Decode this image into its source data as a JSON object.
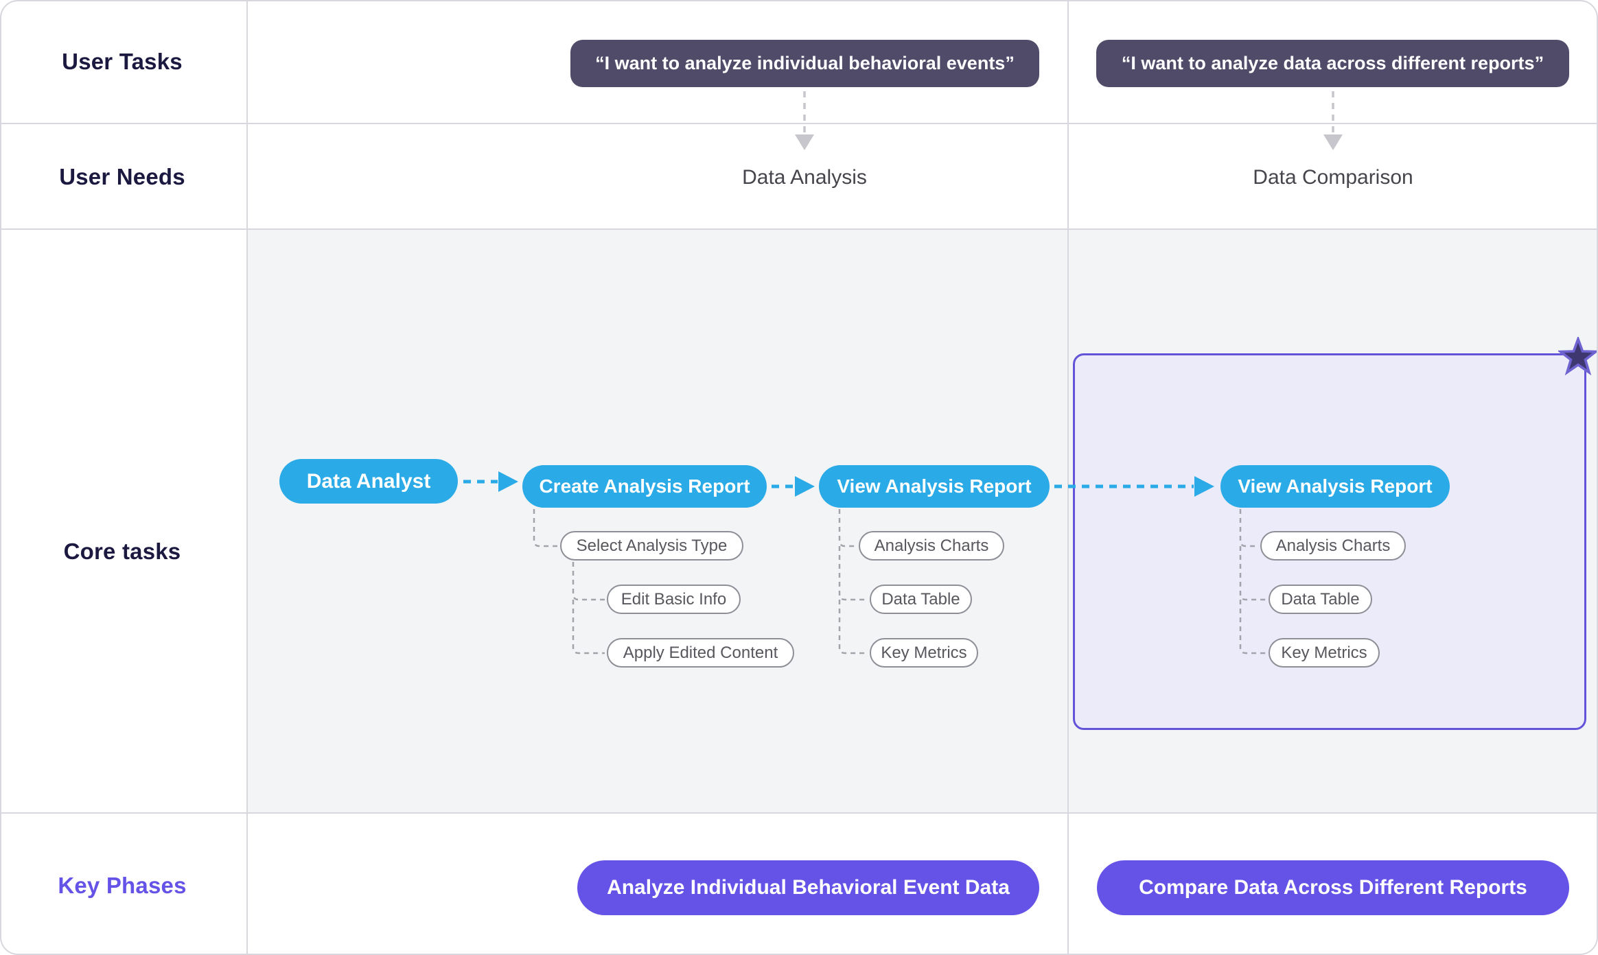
{
  "colors": {
    "accent_blue": "#2aaae6",
    "accent_purple": "#6553e8",
    "purple_border": "#6353d8",
    "purple_box_bg": "#ebebf9",
    "dark_pill_bg": "#4f4b68",
    "navy_text": "#1b1940",
    "need_text": "#45454c",
    "subtask_text": "#57575e",
    "subtask_border": "#8e8e97",
    "connector_gray": "#a3a3ab",
    "down_arrow_gray": "#c6c6cc",
    "grid_line": "#d7d7dd",
    "core_bg": "#f3f4f6",
    "star_fill": "#3f3870",
    "star_stroke": "#6f63d2"
  },
  "row_labels": {
    "user_tasks": "User Tasks",
    "user_needs": "User Needs",
    "core_tasks": "Core tasks",
    "key_phases": "Key Phases"
  },
  "user_tasks": {
    "quote_1": "“I want to analyze individual behavioral events”",
    "quote_2": "“I want to analyze data across different reports”"
  },
  "user_needs": {
    "need_1": "Data Analysis",
    "need_2": "Data Comparison"
  },
  "core_tasks": {
    "actor": "Data Analyst",
    "task_1": "Create Analysis Report",
    "task_1_subtasks": [
      "Select Analysis Type",
      "Edit Basic Info",
      "Apply Edited Content"
    ],
    "task_2": "View Analysis Report",
    "task_2_subtasks": [
      "Analysis Charts",
      "Data Table",
      "Key Metrics"
    ],
    "task_3": "View Analysis Report",
    "task_3_subtasks": [
      "Analysis Charts",
      "Data Table",
      "Key Metrics"
    ],
    "highlight_icon": "star-icon"
  },
  "key_phases": {
    "phase_1": "Analyze Individual Behavioral Event Data",
    "phase_2": "Compare Data Across Different Reports"
  }
}
